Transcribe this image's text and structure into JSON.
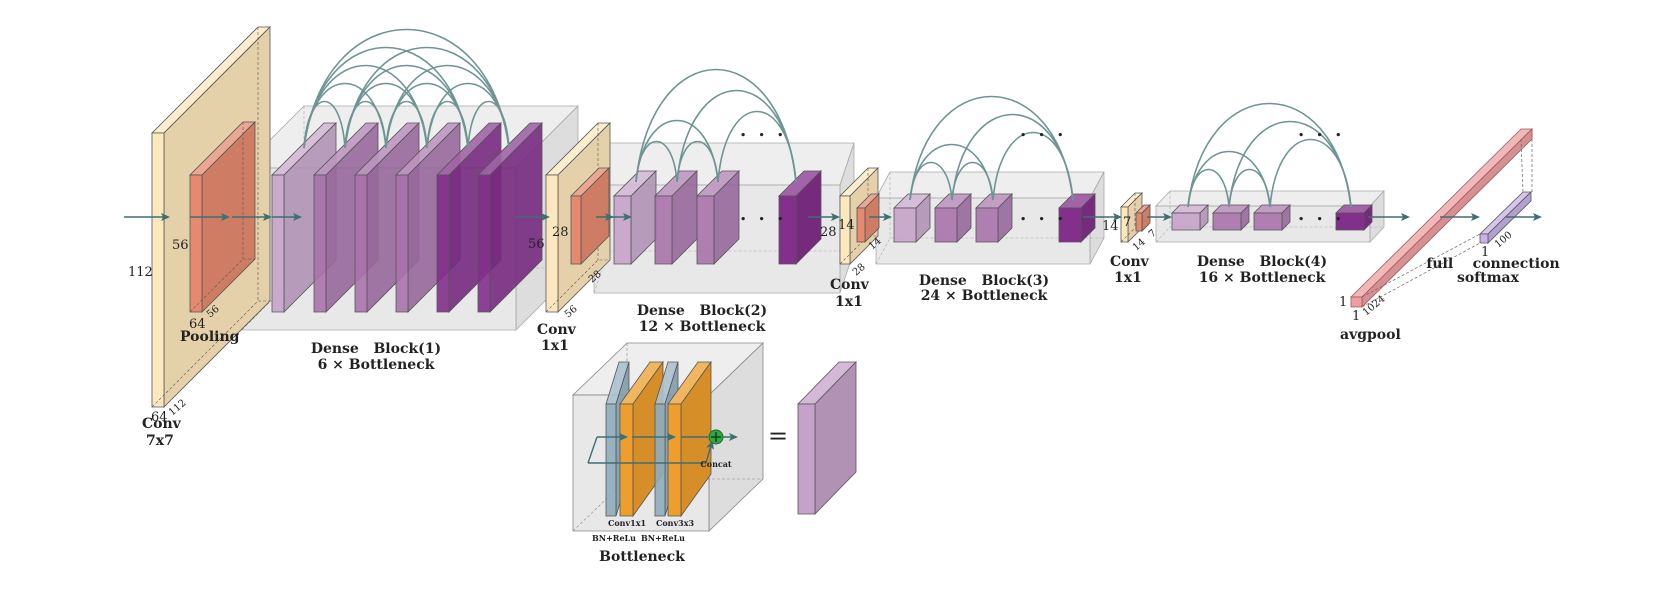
{
  "colors": {
    "conv": "#fde8bd",
    "pool": "#e58a6f",
    "dense_light": "#c5a2c9",
    "dense_mid": "#a873ac",
    "dense_dark": "#832f8c",
    "block_bg": "#d6d6d6",
    "arrow": "#3e6f72",
    "skip": "#6e9494",
    "fc": "#eba0a2",
    "bn": "#8eacbd",
    "bottleneck_orange": "#ee9e2c",
    "concat": "#2ea845"
  },
  "layers": {
    "conv7": {
      "label1": "Conv",
      "label2": "7x7",
      "dim_h": "112",
      "dim_d": "112",
      "dim_c": "64"
    },
    "pool": {
      "label": "Pooling",
      "dim_h": "56",
      "dim_d": "56",
      "dim_c": "64"
    },
    "block1": {
      "label1": "Dense   Block(1)",
      "label2": "6 × Bottleneck"
    },
    "trans1": {
      "label1": "Conv",
      "label2": "1x1",
      "dim_h": "56",
      "dim_d": "56",
      "out_h": "28",
      "out_d": "28"
    },
    "block2": {
      "label1": "Dense   Block(2)",
      "label2": "12 × Bottleneck"
    },
    "trans2": {
      "label1": "Conv",
      "label2": "1x1",
      "dim_h": "28",
      "dim_d": "28",
      "out_h": "14",
      "out_d": "14"
    },
    "block3": {
      "label1": "Dense   Block(3)",
      "label2": "24 × Bottleneck"
    },
    "trans3": {
      "label1": "Conv",
      "label2": "1x1",
      "dim_h": "14",
      "dim_d": "14",
      "out_h": "7",
      "out_d": "7"
    },
    "block4": {
      "label1": "Dense   Block(4)",
      "label2": "16 × Bottleneck"
    },
    "avgpool": {
      "label": "avgpool",
      "dim_w": "1",
      "dim_h": "1",
      "dim_d": "1024"
    },
    "fc": {
      "label1": "full    connection",
      "label2": "softmax",
      "dim_w": "1",
      "dim_d": "100"
    }
  },
  "ellipsis": ". . .",
  "bottleneck": {
    "title": "Bottleneck",
    "conv1": "Conv1x1",
    "conv3": "Conv3x3",
    "bn1": "BN+ReLu",
    "bn2": "BN+ReLu",
    "concat": "Concat",
    "equals": "="
  }
}
